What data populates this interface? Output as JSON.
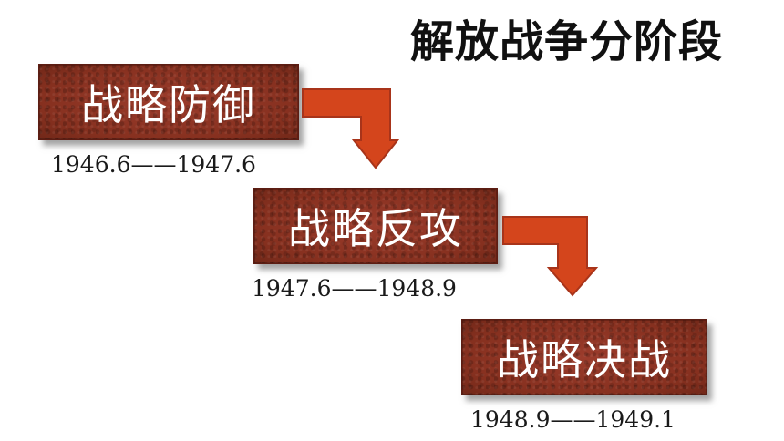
{
  "title": "解放战争分阶段",
  "stages": [
    {
      "label": "战略防御",
      "period": "1946.6——1947.6"
    },
    {
      "label": "战略反攻",
      "period": "1947.6——1948.9"
    },
    {
      "label": "战略决战",
      "period": "1948.9——1949.1"
    }
  ],
  "colors": {
    "box": "#8e3426",
    "arrow": "#d4451c",
    "text": "#1a1a1a"
  }
}
